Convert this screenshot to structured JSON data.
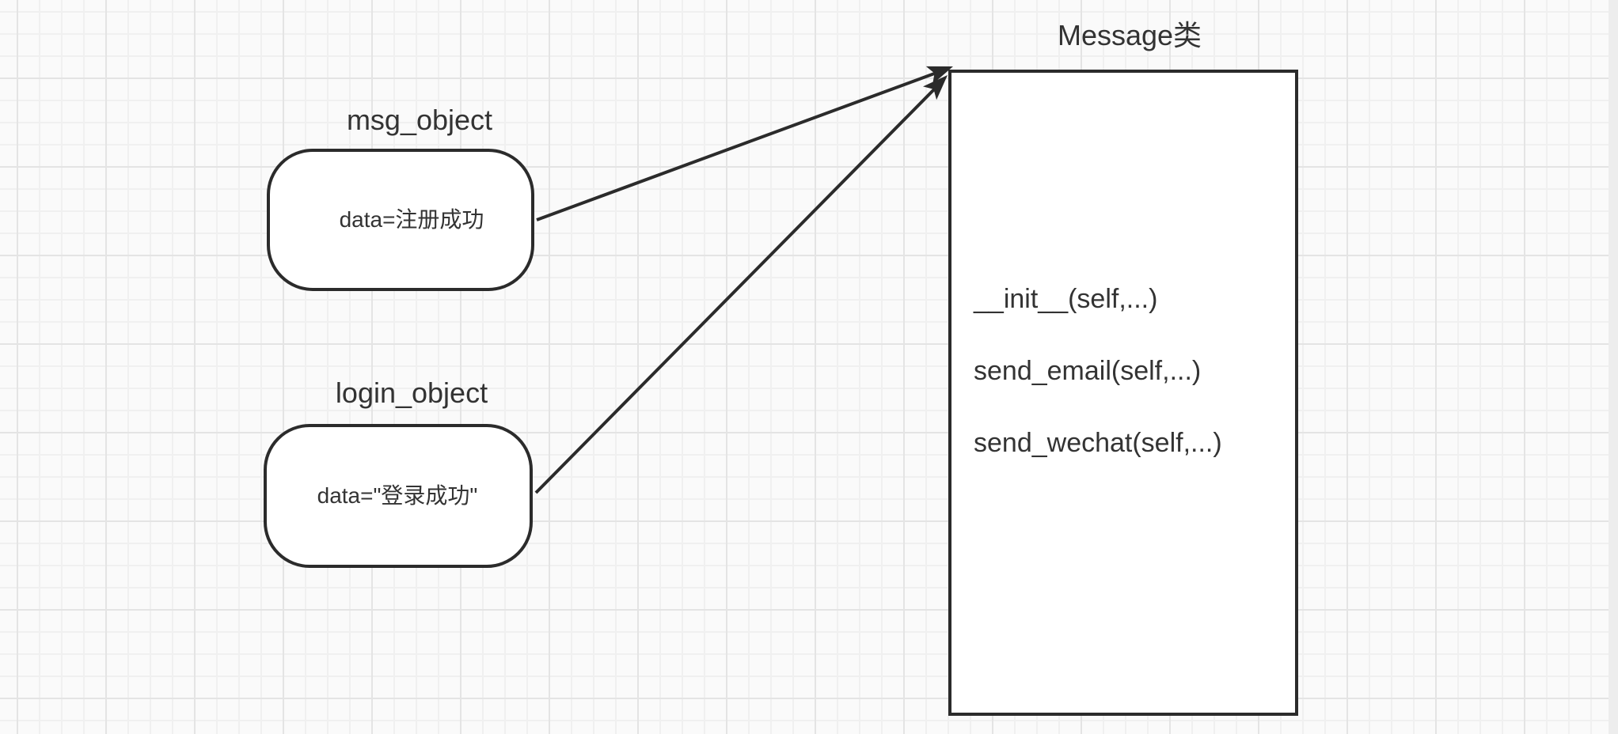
{
  "diagram": {
    "nodes": {
      "msg_object": {
        "title": "msg_object",
        "value": "data=注册成功",
        "shape": "rounded-rectangle"
      },
      "login_object": {
        "title": "login_object",
        "value": "data=\"登录成功\"",
        "shape": "rounded-rectangle"
      },
      "message_class": {
        "title": "Message类",
        "shape": "rectangle",
        "methods": [
          "__init__(self,...)",
          "send_email(self,...)",
          "send_wechat(self,...)"
        ]
      }
    },
    "edges": [
      {
        "from": "msg_object",
        "to": "message_class",
        "type": "arrow"
      },
      {
        "from": "login_object",
        "to": "message_class",
        "type": "arrow"
      }
    ]
  },
  "colors": {
    "canvas-bg": "#fafafa",
    "grid-minor": "#f0f0f0",
    "grid-major": "#e4e4e4",
    "shape-stroke": "#2b2b2b",
    "shape-fill": "#ffffff",
    "text": "#333333",
    "scrollbar-track": "#ededed"
  }
}
